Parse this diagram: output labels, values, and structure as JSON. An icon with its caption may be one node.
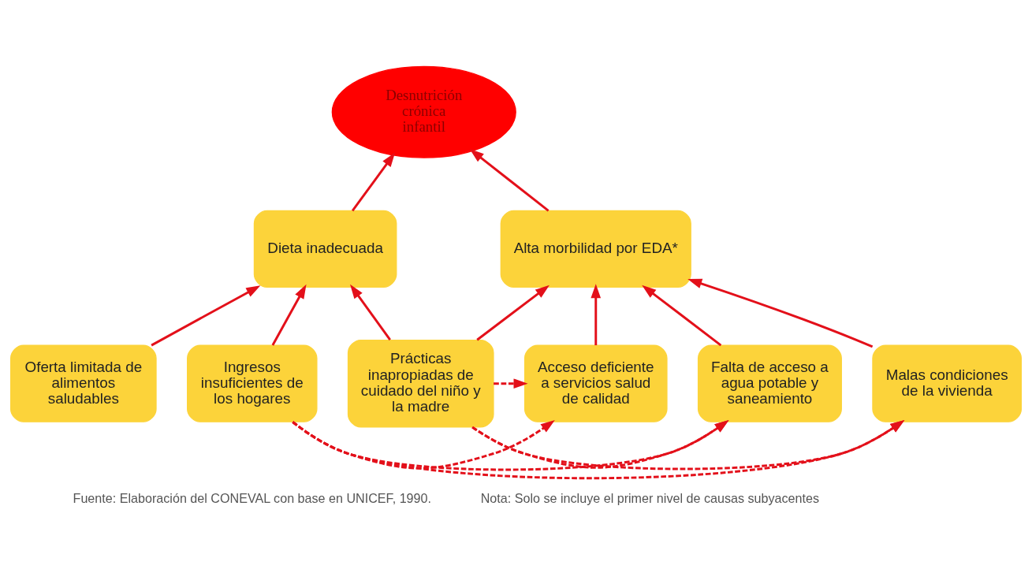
{
  "diagram": {
    "nodes": [
      {
        "text": [
          "Desnutrición crónica infantil"
        ]
      },
      {
        "text": [
          "Dieta inadecuada"
        ]
      },
      {
        "text": [
          "Alta morbilidad por EDA*"
        ]
      },
      {
        "text": [
          "Oferta limitada de alimentos saludables"
        ]
      },
      {
        "text": [
          "Prácticas inapropiadas de cuidado del niño y la madre"
        ]
      },
      {
        "text": [
          "Acceso deficiente a servicios salud de calidad"
        ]
      },
      {
        "text": [
          "Falta de acceso a agua potable y saneamiento"
        ]
      },
      {
        "text": [
          "Malas condiciones de la vivienda"
        ]
      },
      {
        "text": [
          "Ingresos insuficientes de los hogares"
        ]
      }
    ],
    "edges": [
      {
        "from": 1,
        "to": 0,
        "arrow": "to"
      },
      {
        "from": 2,
        "to": 0,
        "arrow": "to"
      },
      {
        "from": 3,
        "to": 1,
        "arrow": "to"
      },
      {
        "from": 8,
        "to": 1,
        "arrow": "to"
      },
      {
        "from": 4,
        "to": 1,
        "arrow": "to"
      },
      {
        "from": 4,
        "to": 2,
        "arrow": "to"
      },
      {
        "from": 5,
        "to": 2,
        "arrow": "to"
      },
      {
        "from": 6,
        "to": 2,
        "arrow": "to"
      },
      {
        "from": 7,
        "to": 2,
        "arrow": "to"
      },
      {
        "from": 4,
        "to": 5,
        "arrow": "to",
        "style": "dashed"
      },
      {
        "from": 4,
        "to": 6,
        "arrow": "to",
        "style": "dashed"
      },
      {
        "from": 4,
        "to": 7,
        "arrow": "to",
        "style": "dashed"
      },
      {
        "from": 8,
        "to": 5,
        "arrow": "to",
        "style": "dashed"
      },
      {
        "from": 8,
        "to": 6,
        "arrow": "to",
        "style": "dashed"
      },
      {
        "from": 8,
        "to": 7,
        "arrow": "to",
        "style": "dashed"
      }
    ],
    "labels": [
      "Fuente: Elaboración del CONEVAL con base en UNICEF, 1990.",
      "Nota: Solo se incluye el primer nivel de causas subyacentes"
    ]
  }
}
